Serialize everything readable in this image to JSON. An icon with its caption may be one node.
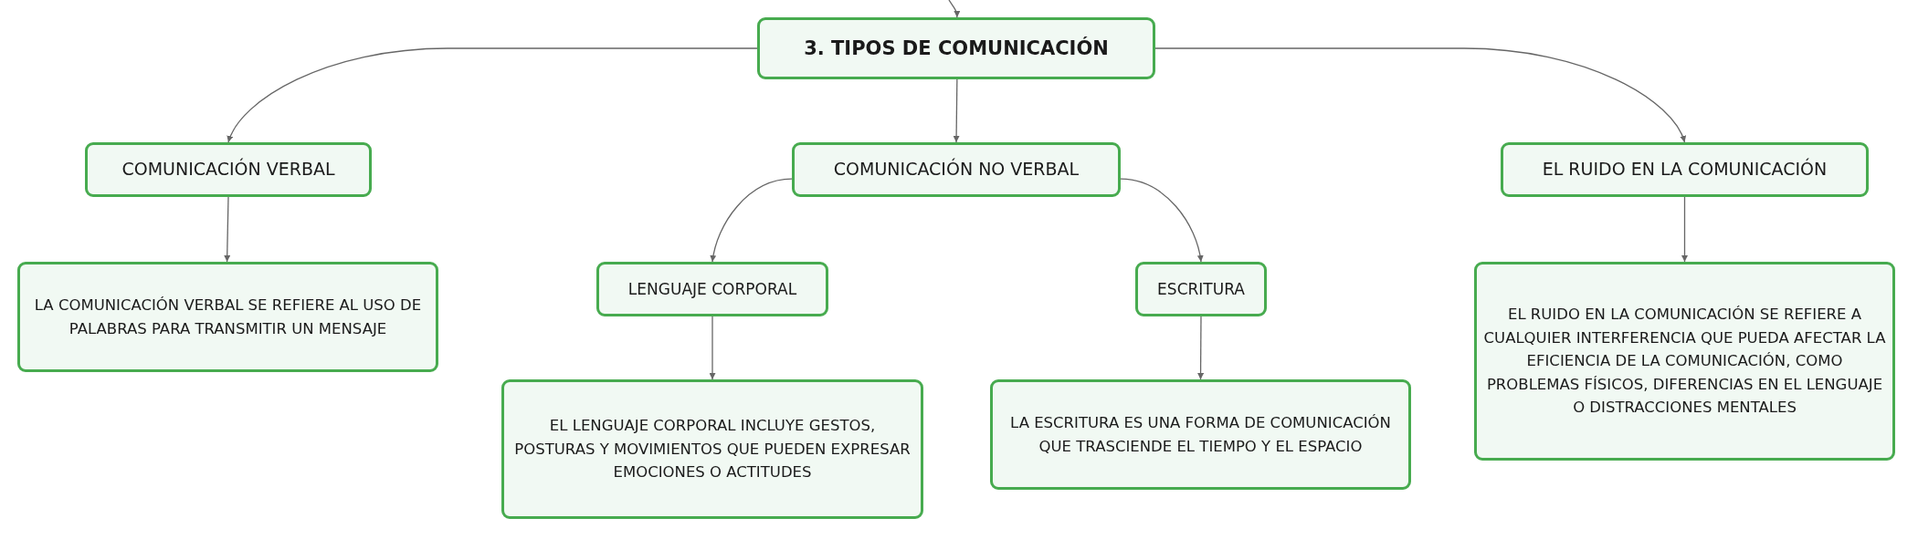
{
  "diagram": {
    "nodes": [
      {
        "text": [
          "3. TIPOS DE COMUNICACIÓN"
        ]
      },
      {
        "text": [
          "COMUNICACIÓN VERBAL"
        ]
      },
      {
        "text": [
          "COMUNICACIÓN NO VERBAL"
        ]
      },
      {
        "text": [
          "EL RUIDO EN LA COMUNICACIÓN"
        ]
      },
      {
        "text": [
          "LA COMUNICACIÓN VERBAL SE REFIERE AL USO DE PALABRAS PARA TRANSMITIR UN MENSAJE"
        ]
      },
      {
        "text": [
          "LENGUAJE CORPORAL"
        ]
      },
      {
        "text": [
          "ESCRITURA"
        ]
      },
      {
        "text": [
          "EL RUIDO EN LA COMUNICACIÓN SE REFIERE A CUALQUIER INTERFERENCIA QUE PUEDA AFECTAR LA EFICIENCIA DE LA COMUNICACIÓN, COMO PROBLEMAS FÍSICOS, DIFERENCIAS EN EL LENGUAJE O DISTRACCIONES MENTALES"
        ]
      },
      {
        "text": [
          "EL LENGUAJE CORPORAL INCLUYE GESTOS, POSTURAS Y MOVIMIENTOS QUE PUEDEN EXPRESAR EMOCIONES O ACTITUDES"
        ]
      },
      {
        "text": [
          "LA ESCRITURA ES UNA FORMA DE COMUNICACIÓN QUE TRASCIENDE EL TIEMPO Y EL ESPACIO"
        ]
      }
    ],
    "edges": [
      {
        "from": null,
        "to": 0,
        "arrow": "to"
      },
      {
        "from": 0,
        "to": 1,
        "arrow": "to"
      },
      {
        "from": 0,
        "to": 2,
        "arrow": "to"
      },
      {
        "from": 0,
        "to": 3,
        "arrow": "to"
      },
      {
        "from": 1,
        "to": 4,
        "arrow": "to"
      },
      {
        "from": 2,
        "to": 5,
        "arrow": "to"
      },
      {
        "from": 2,
        "to": 6,
        "arrow": "to"
      },
      {
        "from": 3,
        "to": 7,
        "arrow": "to"
      },
      {
        "from": 5,
        "to": 8,
        "arrow": "to"
      },
      {
        "from": 6,
        "to": 9,
        "arrow": "to"
      }
    ]
  }
}
